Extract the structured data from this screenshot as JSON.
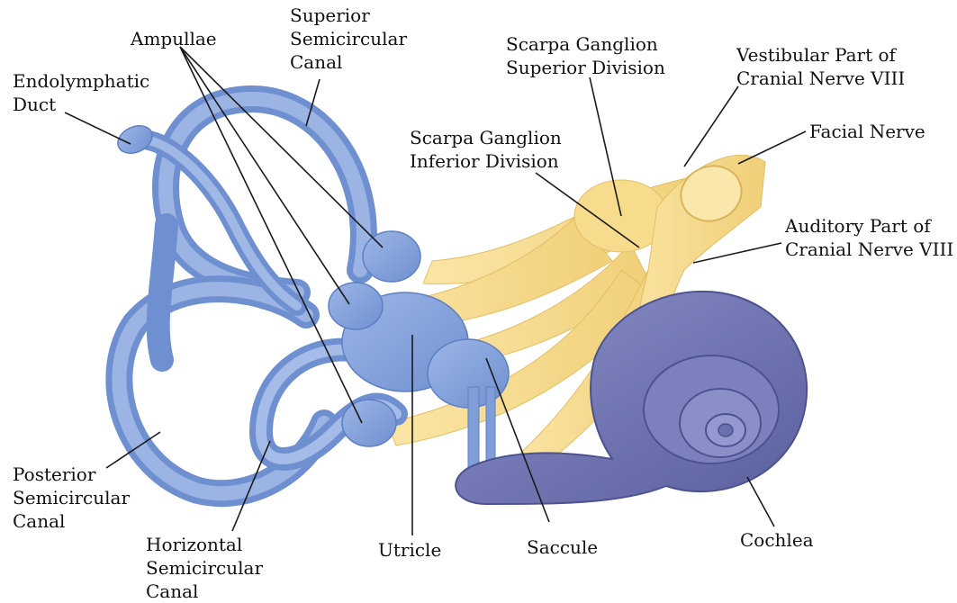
{
  "labels": {
    "ampullae": "Ampullae",
    "superior_canal": [
      "Superior",
      "Semicircular",
      "Canal"
    ],
    "endolymphatic_duct": [
      "Endolymphatic",
      "Duct"
    ],
    "scarpa_superior": [
      "Scarpa Ganglion",
      "Superior Division"
    ],
    "scarpa_inferior": [
      "Scarpa Ganglion",
      "Inferior Division"
    ],
    "vestibular_nerve": [
      "Vestibular Part of",
      "Cranial Nerve VIII"
    ],
    "facial_nerve": "Facial Nerve",
    "auditory_nerve": [
      "Auditory Part of",
      "Cranial Nerve VIII"
    ],
    "posterior_canal": [
      "Posterior",
      "Semicircular",
      "Canal"
    ],
    "horizontal_canal": [
      "Horizontal",
      "Semicircular",
      "Canal"
    ],
    "utricle": "Utricle",
    "saccule": "Saccule",
    "cochlea": "Cochlea"
  },
  "colors": {
    "labyrinth": "#7f9ed8",
    "labyrinth_dark": "#5d7fc4",
    "cochlea": "#6a6fae",
    "cochlea_dark": "#4c5290",
    "nerve": "#f6d98a",
    "nerve_dark": "#e6c167"
  }
}
